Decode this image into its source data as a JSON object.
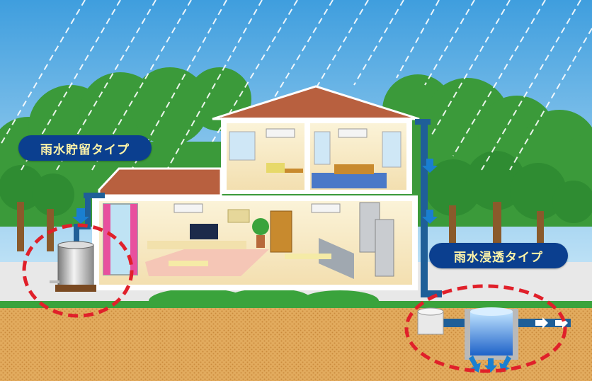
{
  "labels": {
    "storage_type": "雨水貯留タイプ",
    "infiltration_type": "雨水浸透タイプ"
  },
  "colors": {
    "sky": "#5eb0e5",
    "label_background": "#0b3f8f",
    "label_text": "#fff4a8",
    "highlight_circle": "#e0202a",
    "soil": "#dba052",
    "roof": "#b8603f",
    "downpipe": "#1f5f98",
    "flow_arrow": "#1a7fd0"
  },
  "icons": {
    "rain": "rain-streaks",
    "flow_down": "arrow-down-icon",
    "flow_right": "arrow-right-icon"
  }
}
